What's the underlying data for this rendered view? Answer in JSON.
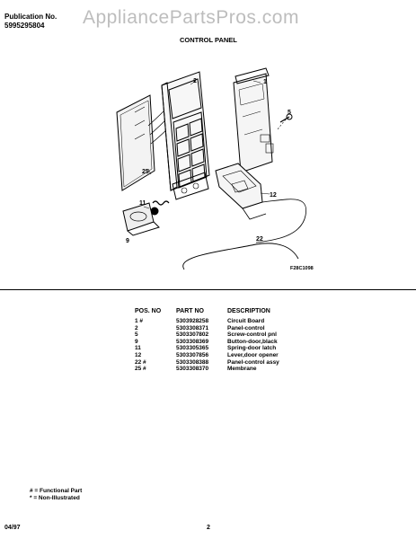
{
  "header": {
    "publication_label": "Publication No.",
    "publication_number": "5995295804",
    "watermark": "AppliancePartsPros.com",
    "section_title": "CONTROL PANEL"
  },
  "diagram": {
    "callouts": {
      "c1": "1",
      "c2": "2",
      "c5": "5",
      "c9": "9",
      "c11": "11",
      "c12": "12",
      "c22": "22",
      "c25": "25"
    },
    "figure_code": "F28C1098"
  },
  "parts_table": {
    "headers": [
      "POS. NO",
      "PART NO",
      "DESCRIPTION"
    ],
    "rows": [
      {
        "pos": "1 #",
        "part": "5303928258",
        "desc": "Circuit Board"
      },
      {
        "pos": "2",
        "part": "5303308371",
        "desc": "Panel-control"
      },
      {
        "pos": "5",
        "part": "5303307802",
        "desc": "Screw-control pnl"
      },
      {
        "pos": "9",
        "part": "5303308369",
        "desc": "Button-door,black"
      },
      {
        "pos": "11",
        "part": "5303305365",
        "desc": "Spring-door latch"
      },
      {
        "pos": "12",
        "part": "5303307856",
        "desc": "Lever,door opener"
      },
      {
        "pos": "22 #",
        "part": "5303308388",
        "desc": "Panel-control assy"
      },
      {
        "pos": "25 #",
        "part": "5303308370",
        "desc": "Membrane"
      }
    ]
  },
  "legend": {
    "functional": "# = Functional Part",
    "non_illustrated": "* = Non-Illustrated"
  },
  "footer": {
    "date": "04/97",
    "page": "2"
  }
}
